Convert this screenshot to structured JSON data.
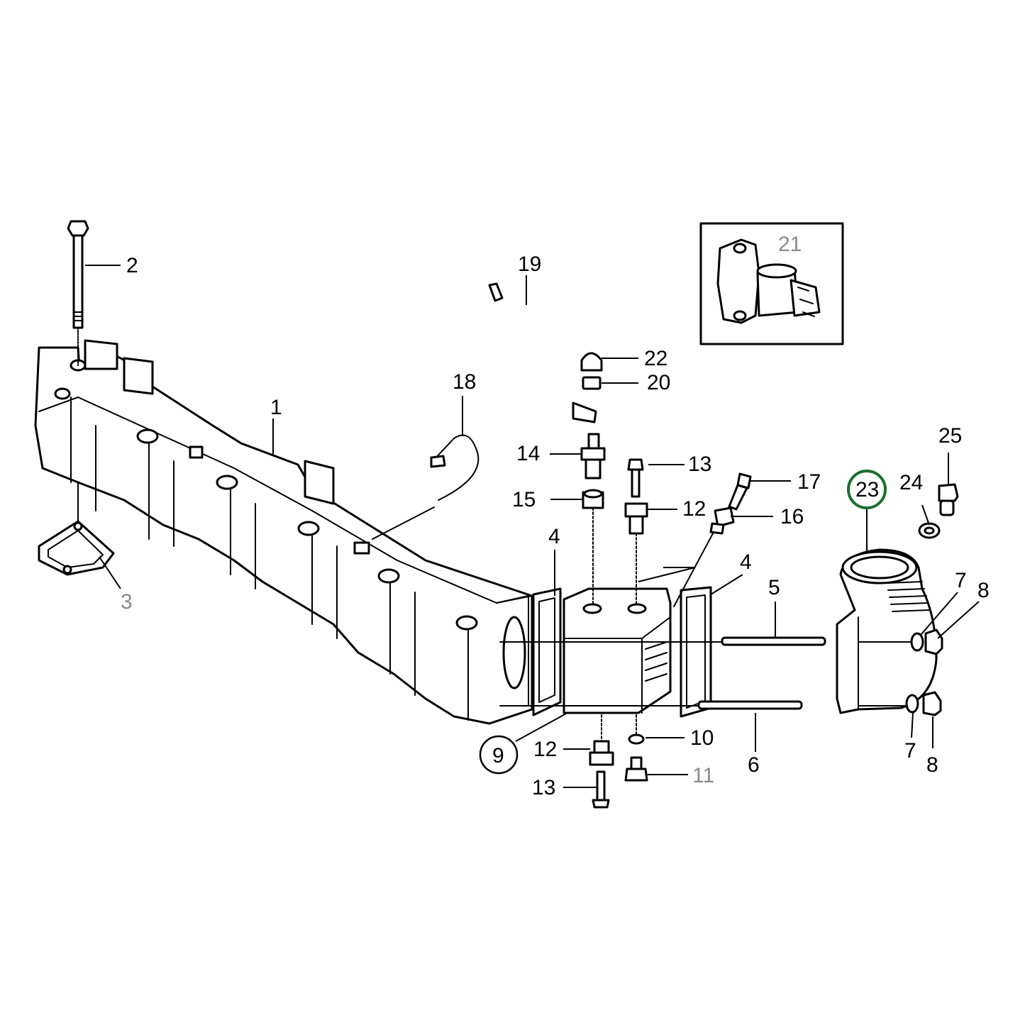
{
  "diagram": {
    "highlight_color": "#1a6e2e",
    "gray_label_color": "#8a8a8a",
    "callouts": {
      "c1": "1",
      "c2": "2",
      "c3": "3",
      "c4a": "4",
      "c4b": "4",
      "c5": "5",
      "c6": "6",
      "c7a": "7",
      "c7b": "7",
      "c8a": "8",
      "c8b": "8",
      "c9": "9",
      "c10": "10",
      "c11": "11",
      "c12a": "12",
      "c12b": "12",
      "c13a": "13",
      "c13b": "13",
      "c14": "14",
      "c15": "15",
      "c16": "16",
      "c17": "17",
      "c18": "18",
      "c19": "19",
      "c20": "20",
      "c21": "21",
      "c22": "22",
      "c23": "23",
      "c24": "24",
      "c25": "25"
    }
  }
}
